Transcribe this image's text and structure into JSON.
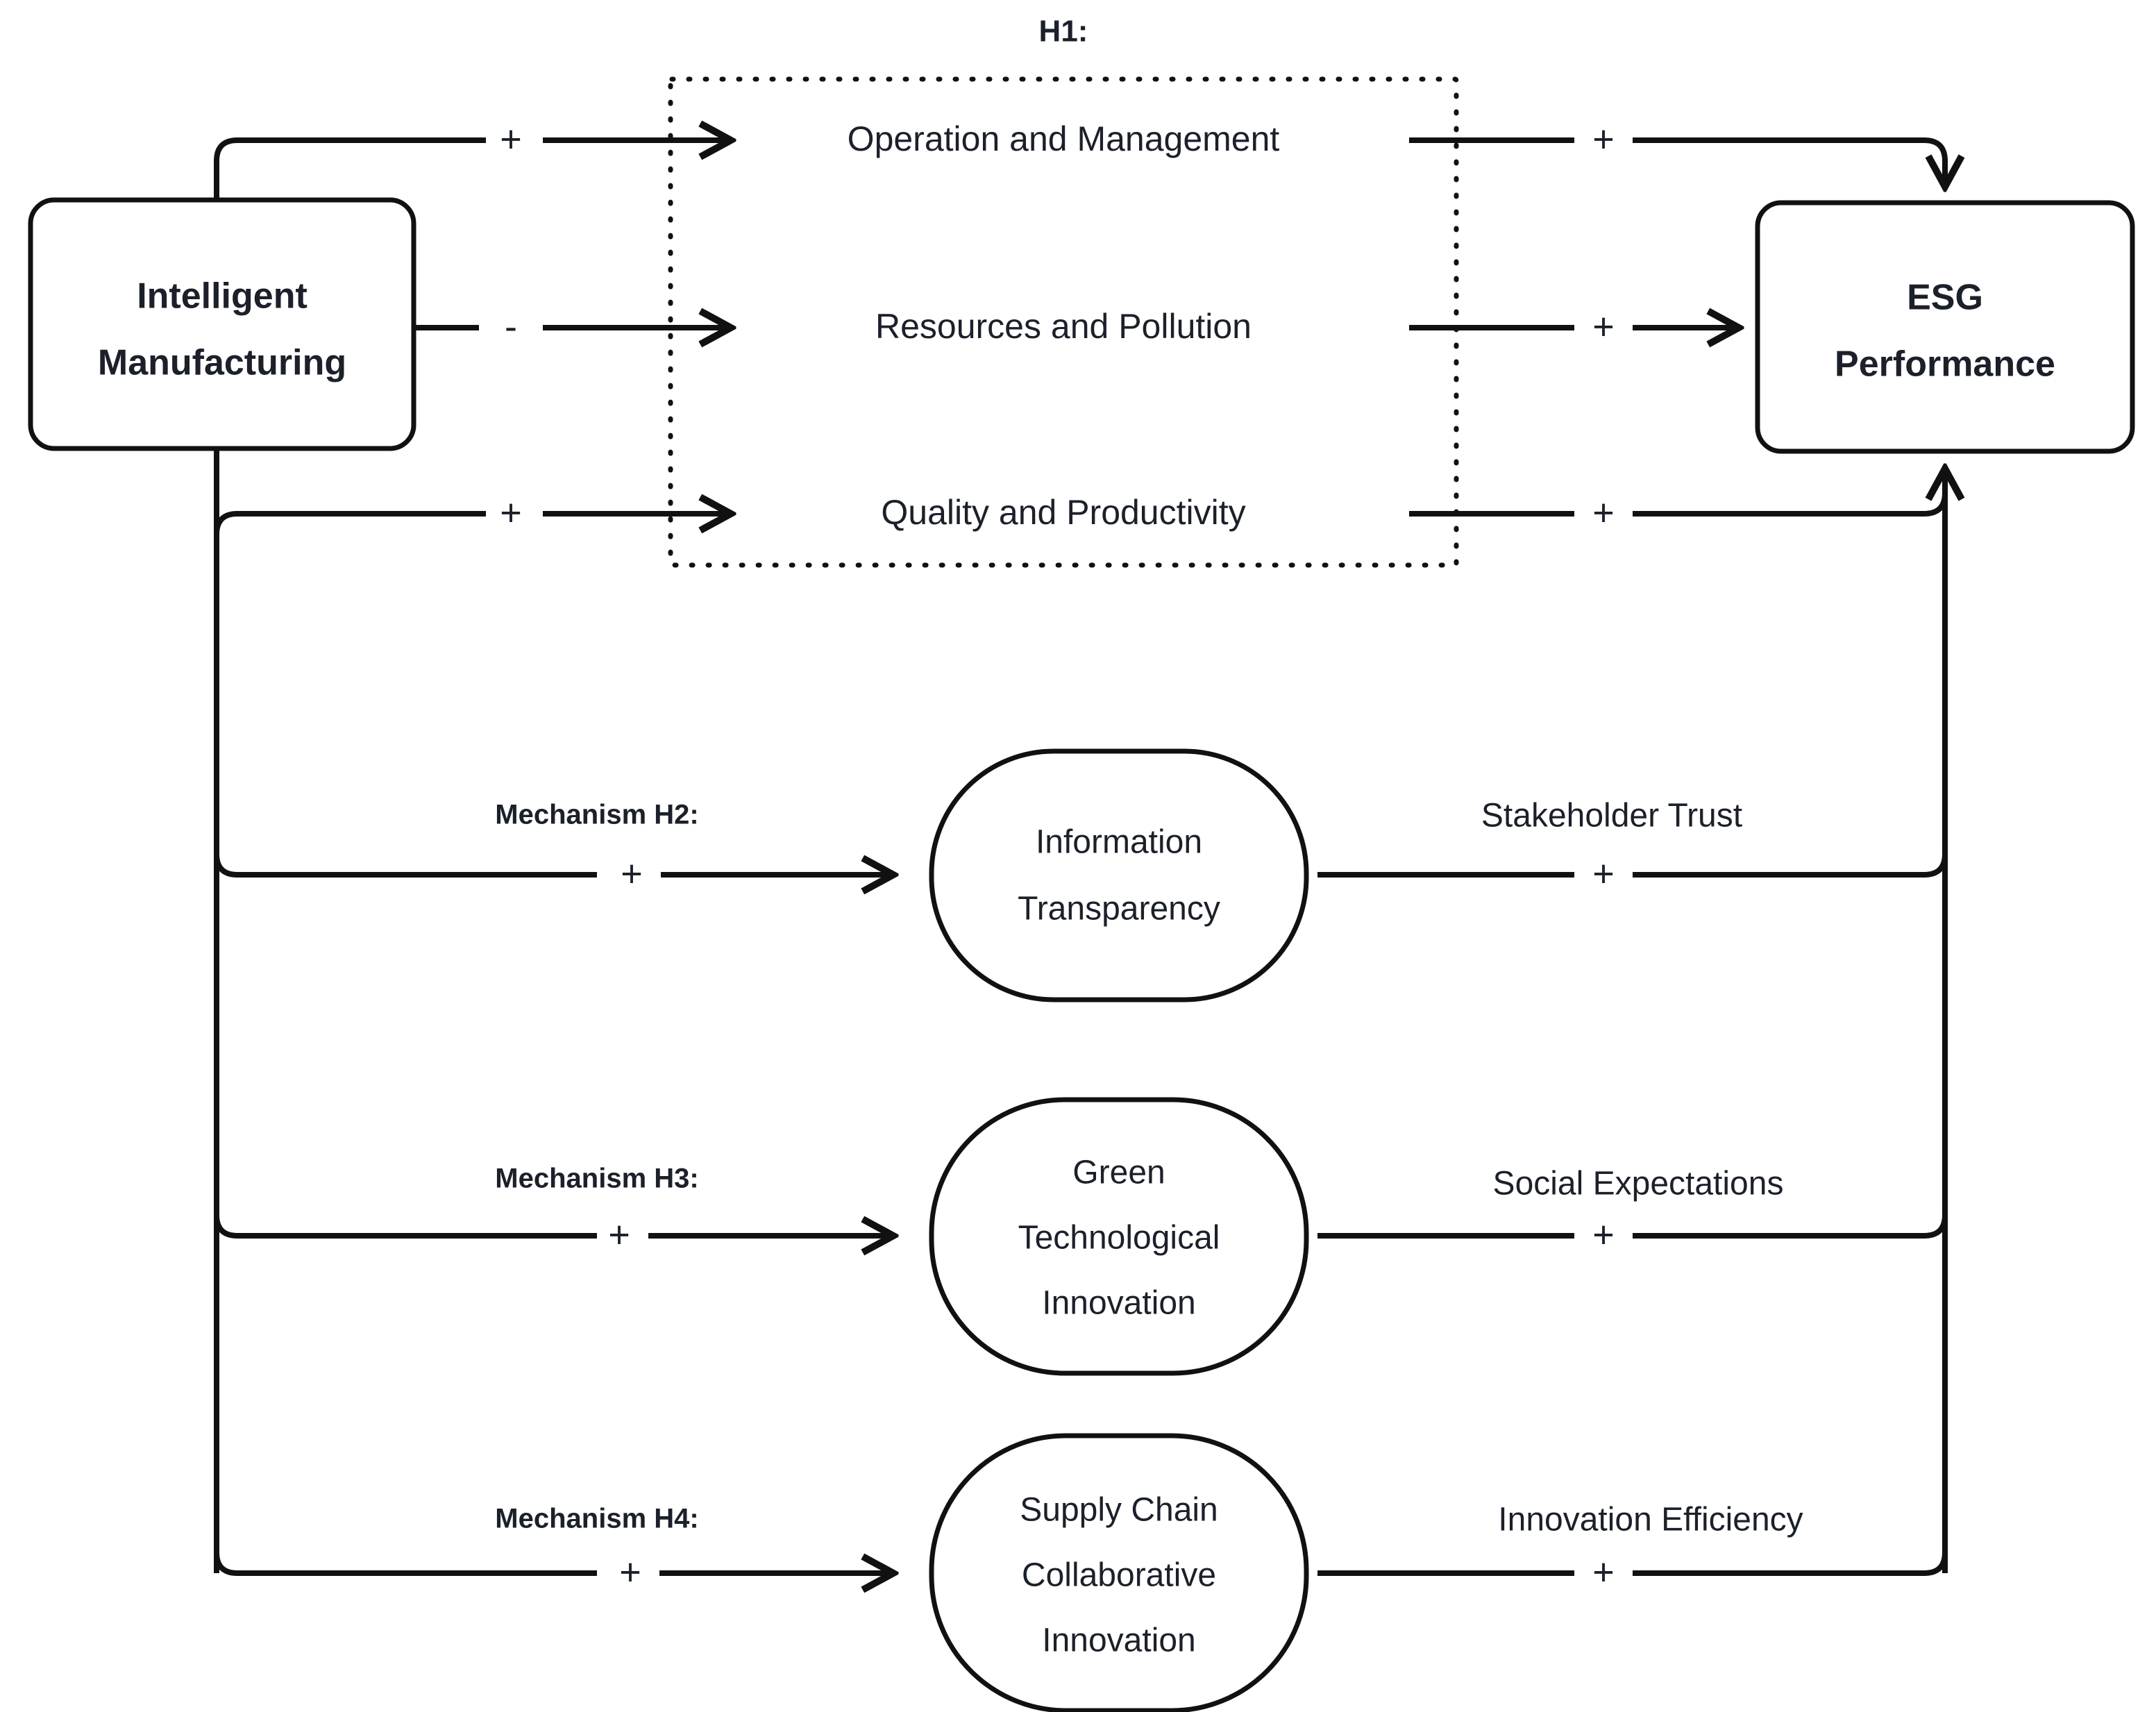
{
  "diagram": {
    "title_note": "H1:",
    "source_node": {
      "line1": "Intelligent",
      "line2": "Manufacturing"
    },
    "target_node": {
      "line1": "ESG",
      "line2": "Performance"
    },
    "h1_dimensions": [
      {
        "label": "Operation and Management",
        "sign_in": "+",
        "sign_out": "+"
      },
      {
        "label": "Resources and Pollution",
        "sign_in": "-",
        "sign_out": "+"
      },
      {
        "label": "Quality and Productivity",
        "sign_in": "+",
        "sign_out": "+"
      }
    ],
    "mechanisms": [
      {
        "tag": "Mechanism H2:",
        "sign_in": "+",
        "mediator_line1": "Information",
        "mediator_line2": "Transparency",
        "mediator_line3": "",
        "out_label": "Stakeholder Trust",
        "sign_out": "+"
      },
      {
        "tag": "Mechanism H3:",
        "sign_in": "+",
        "mediator_line1": "Green",
        "mediator_line2": "Technological",
        "mediator_line3": "Innovation",
        "out_label": "Social Expectations",
        "sign_out": "+"
      },
      {
        "tag": "Mechanism H4:",
        "sign_in": "+",
        "mediator_line1": "Supply Chain",
        "mediator_line2": "Collaborative",
        "mediator_line3": "Innovation",
        "out_label": "Innovation Efficiency",
        "sign_out": "+"
      }
    ],
    "colors": {
      "stroke": "#111111",
      "text": "#1b202a",
      "background": "#ffffff"
    }
  }
}
